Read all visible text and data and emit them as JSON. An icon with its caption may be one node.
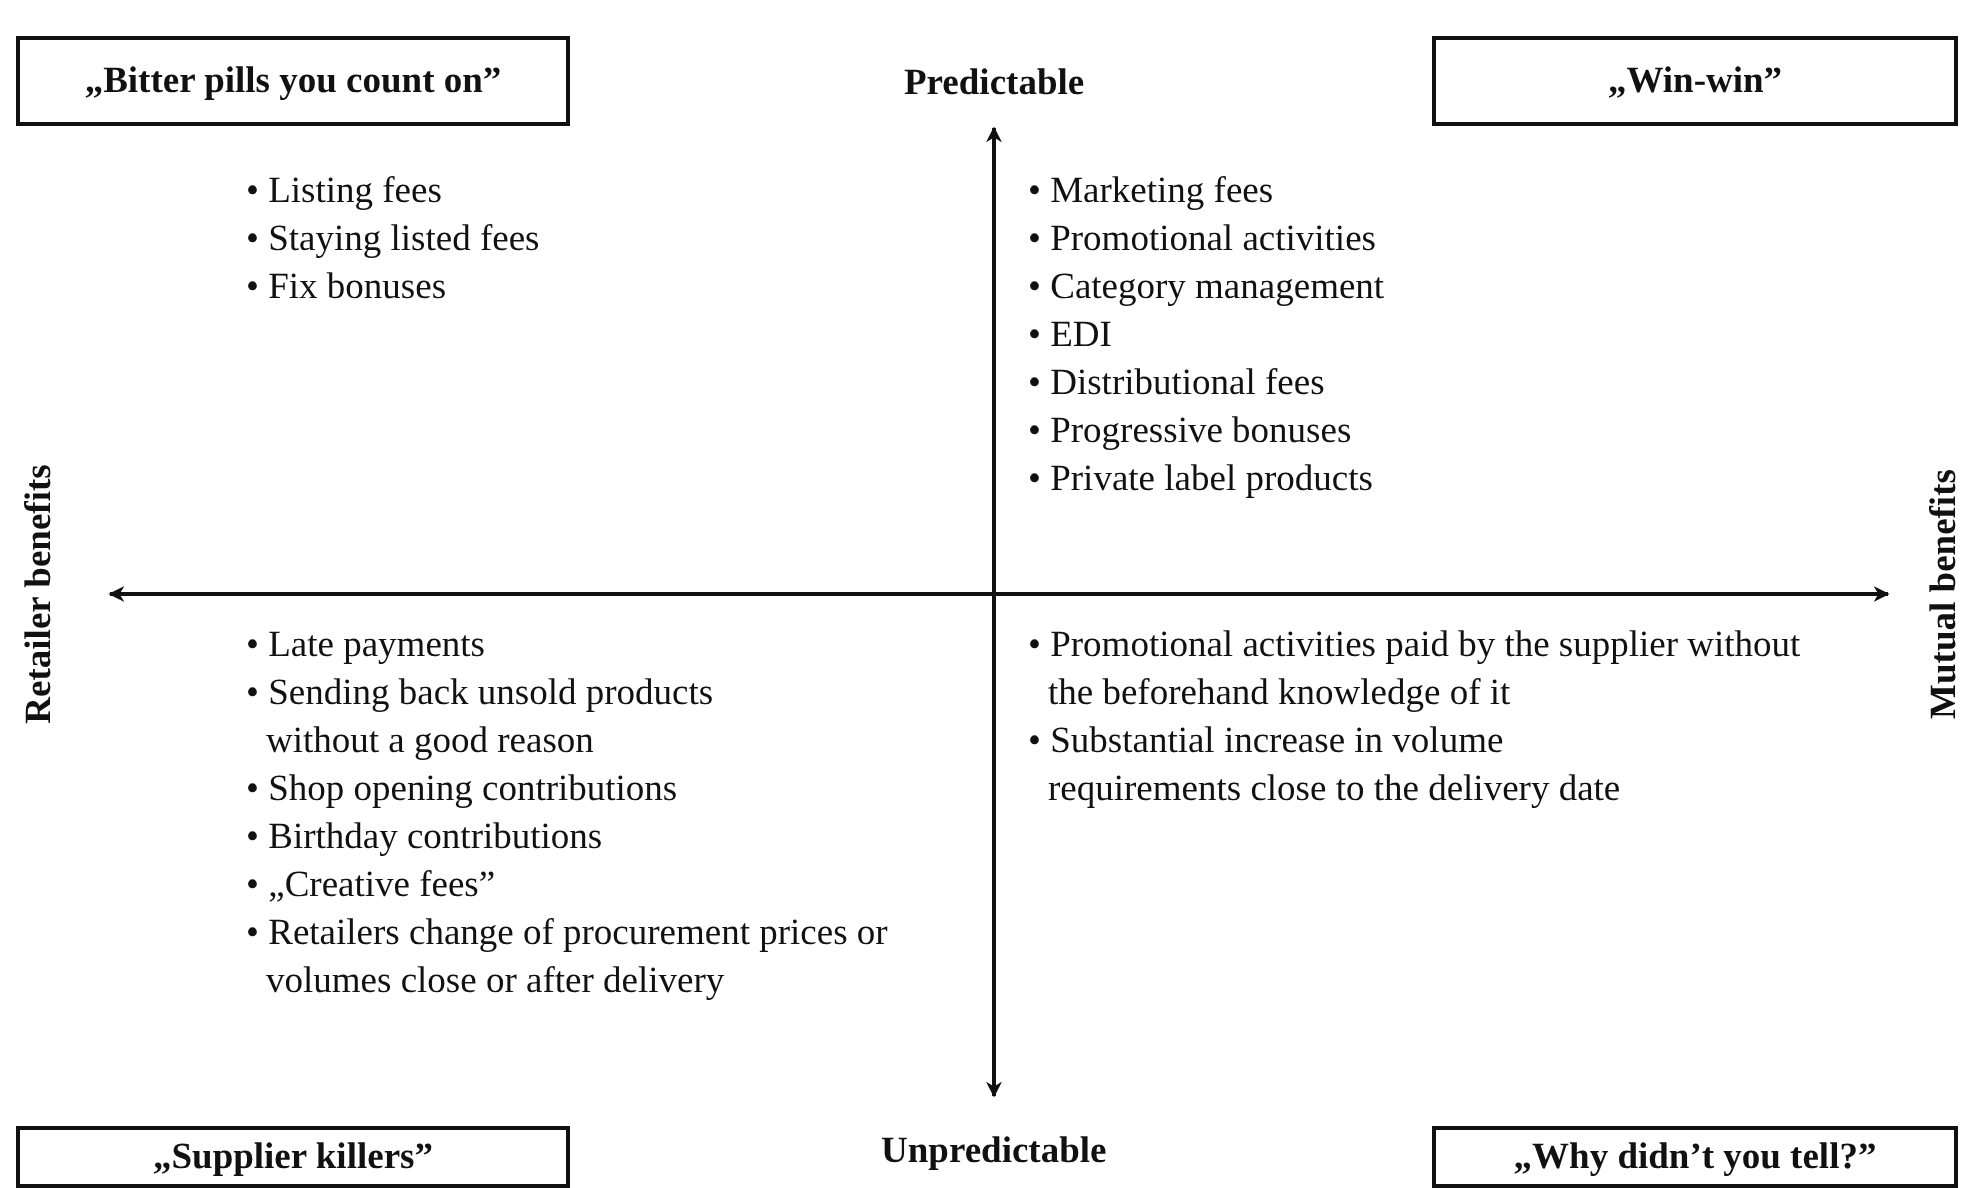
{
  "diagram": {
    "nodes": [
      {
        "text": [
          "„Bitter pills you count on”"
        ]
      },
      {
        "text": [
          "„Win-win”"
        ]
      },
      {
        "text": [
          "„Supplier killers”"
        ]
      },
      {
        "text": [
          "„Why didn’t you tell?”"
        ]
      }
    ],
    "labels": [
      "Predictable",
      "• Listing fees",
      "• Staying listed fees",
      "• Fix bonuses",
      "• Marketing fees",
      "• Promotional activities",
      "• Category management",
      "• EDI",
      "• Distributional fees",
      "• Progressive bonuses",
      "• Private label products",
      "Retailer benefits",
      "Mutual benefits",
      "• Late payments",
      "• Sending back unsold products without a good reason",
      "• Shop opening contributions",
      "• Birthday contributions",
      "• „Creative fees”",
      "• Retailers change of procurement prices or volumes close or after delivery",
      "• Promotional activities paid by the supplier without the beforehand knowledge of it",
      "• Substantial increase in volume requirements close to the delivery date",
      "Unpredictable"
    ]
  }
}
